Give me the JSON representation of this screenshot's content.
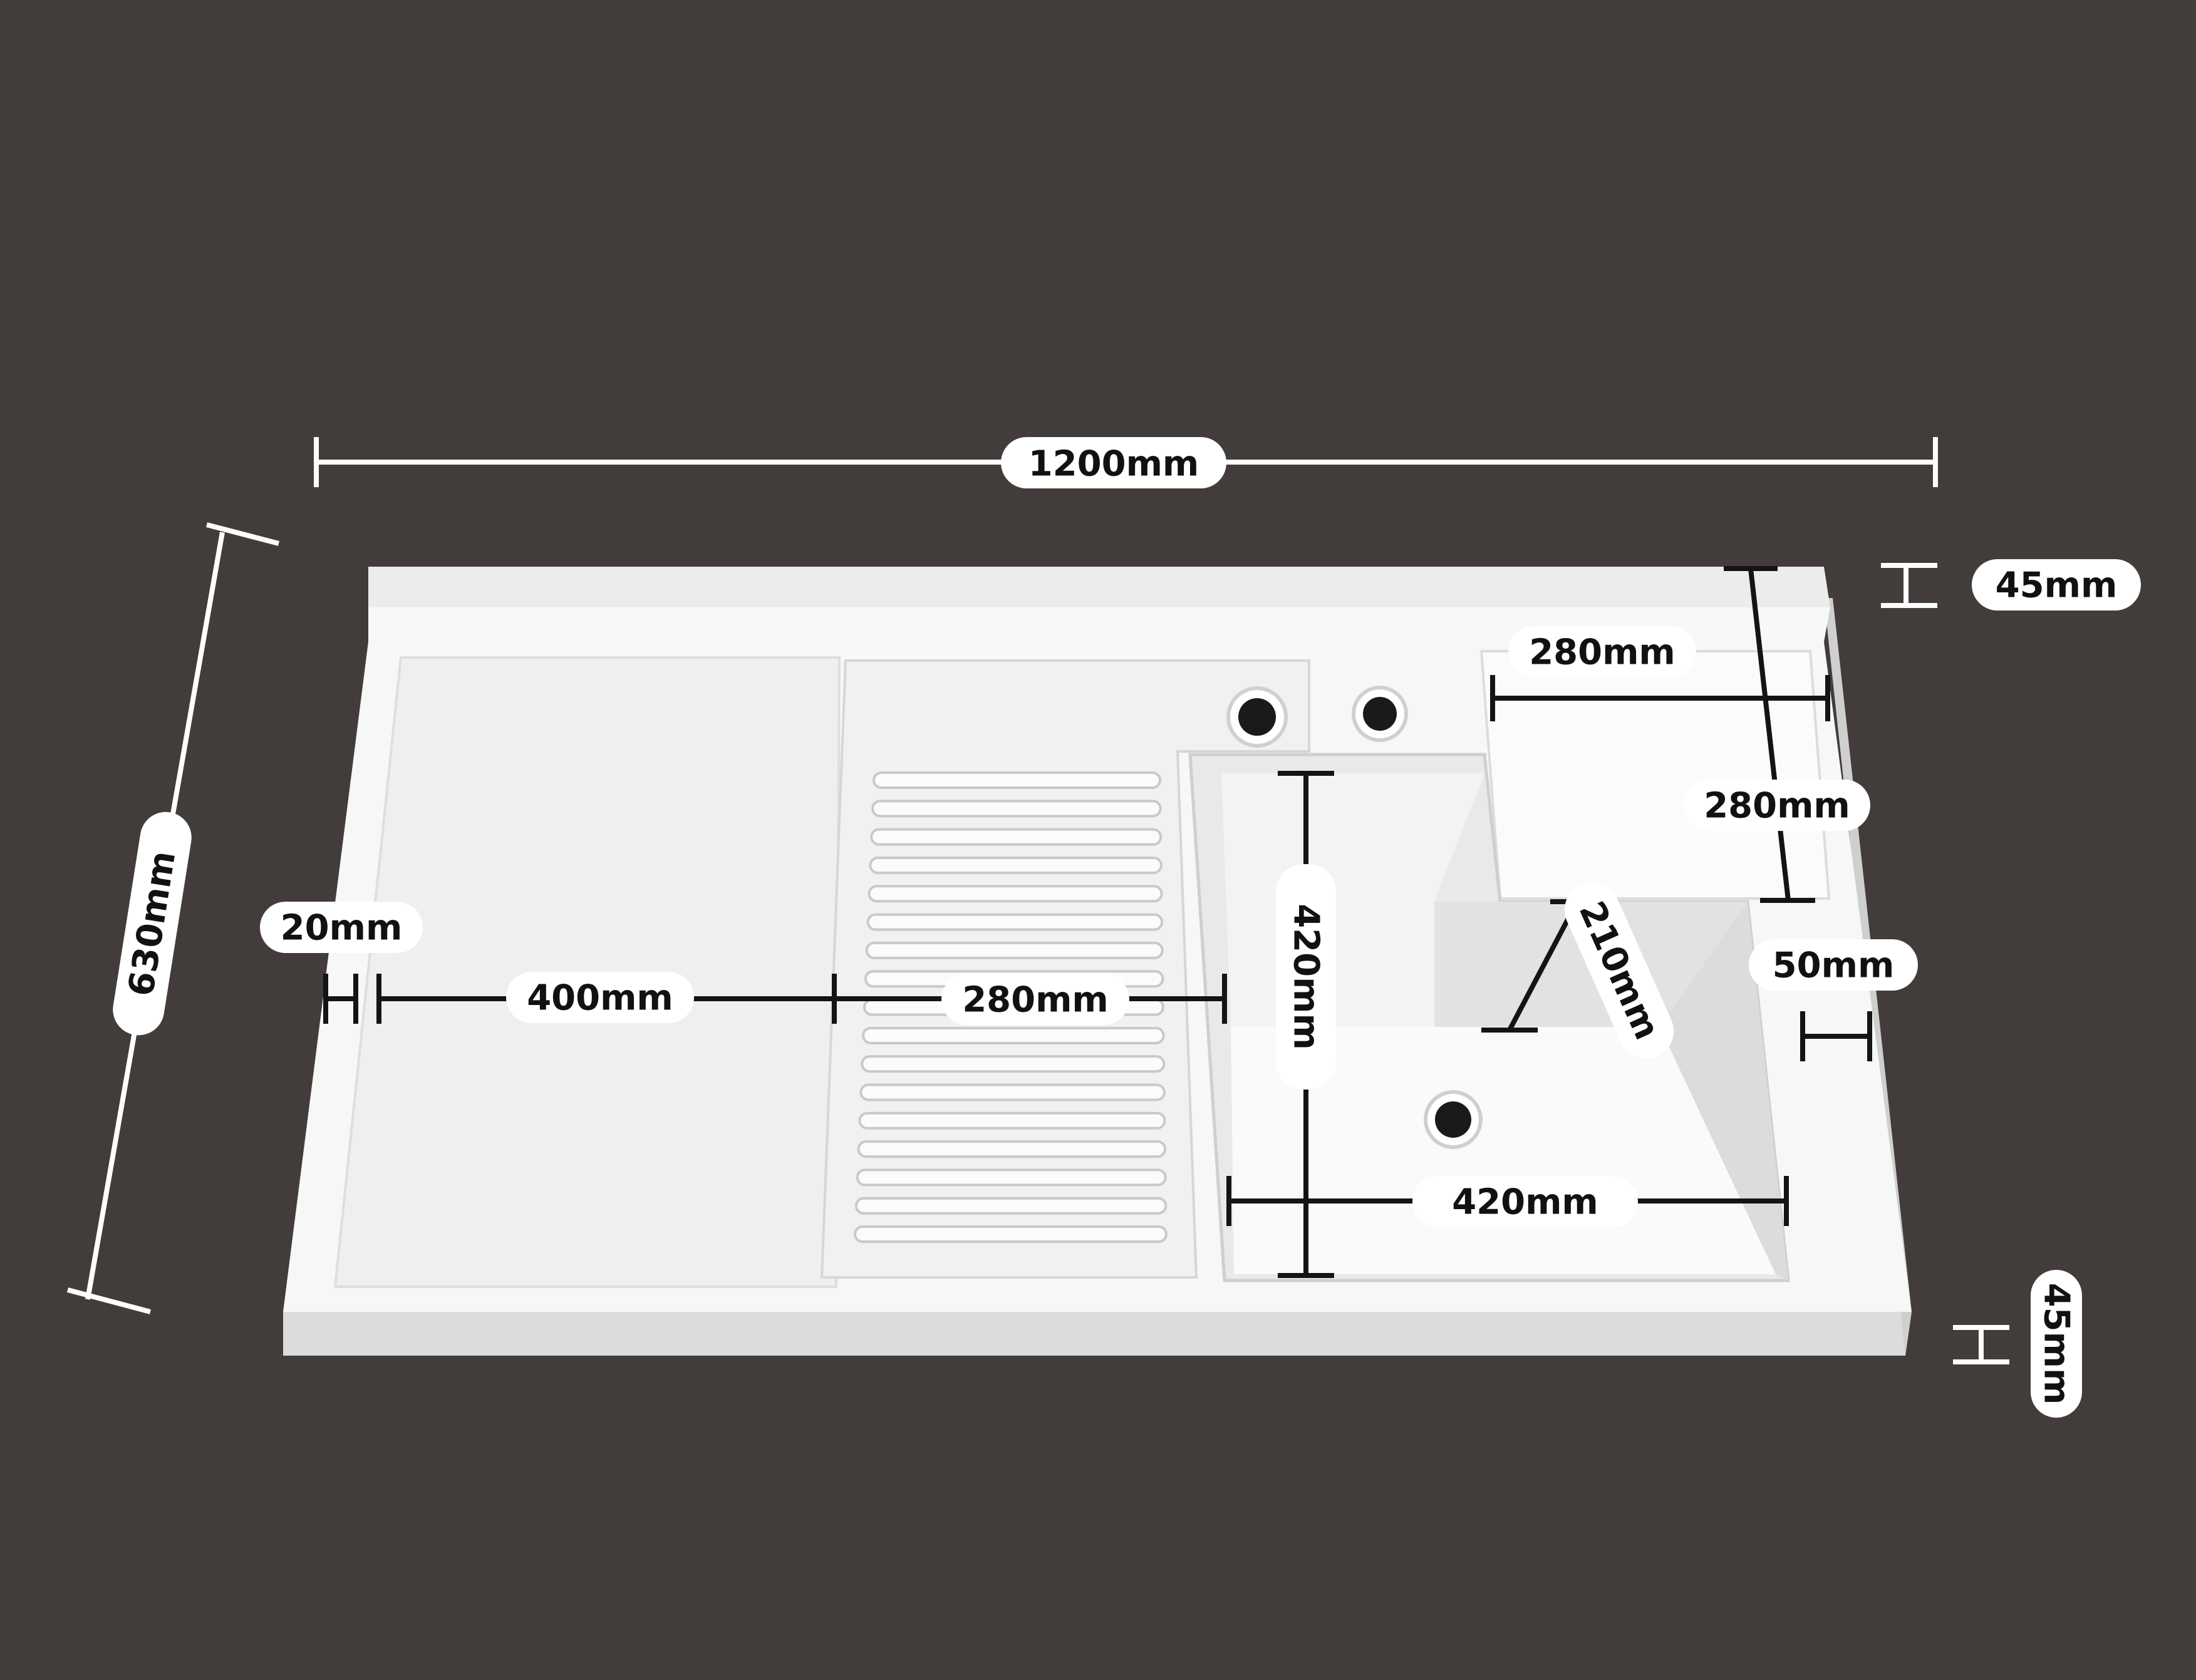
{
  "colors": {
    "background": "#423d3a",
    "sink_body": "#f6f6f6",
    "sink_shadow": "#d9d9d9",
    "sink_edge": "#c8c8c8",
    "dim_line_light": "#ffffff",
    "dim_line_dark": "#141414",
    "label_fill": "#ffffff",
    "label_text": "#111111"
  },
  "dimensions": {
    "total_width": "1200mm",
    "total_depth": "630mm",
    "back_height": "45mm",
    "front_height": "45mm",
    "edge_left": "20mm",
    "drainboard_width": "400mm",
    "washboard_width": "280mm",
    "basin_depth": "420mm",
    "basin_width": "420mm",
    "shelf_width": "280mm",
    "shelf_depth": "280mm",
    "step_width": "210mm",
    "edge_right": "50mm"
  }
}
